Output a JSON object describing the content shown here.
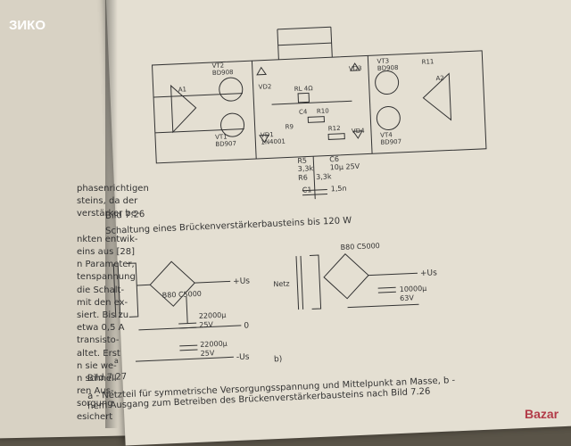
{
  "watermark_top": "ЗИКО",
  "watermark_bottom": "Bazar",
  "left_column": [
    "phasenrichtigen",
    "steins, da der",
    "verstärker be-",
    "",
    "nkten entwik-",
    "eins aus [28]",
    "n Parameter,",
    "tenspannung",
    "die Schalt-",
    "mit den ex-",
    "siert. Bis zu",
    "etwa 0,5 A",
    "transisto-",
    "altet. Erst",
    "n sie we-",
    "n schnell",
    "ren Aus-",
    "sorgung",
    "esichert"
  ],
  "fig26": {
    "num": "Bild 7.26",
    "caption": "Schaltung eines Brückenverstärkerbausteins bis 120 W"
  },
  "fig27": {
    "num": "Bild 7.27",
    "line1": "a - Netzteil für symmetrische Versorgungsspannung und Mittelpunkt an Masse, b -",
    "line2": "hem Ausgang zum Betreiben des Brückenverstärkerbausteins nach Bild 7.26"
  },
  "labels": {
    "r5": "R5",
    "r5v": "3,3k",
    "r6": "R6",
    "r6v": "3,3k",
    "c6": "C6",
    "c6v": "10µ 25V",
    "c1": "C1",
    "c1v": "1,5n",
    "vt1": "VT1",
    "vt1t": "BD907",
    "vt2": "VT2",
    "vt2t": "BD908",
    "vt3": "VT3",
    "vt3t": "BD908",
    "vt4": "VT4",
    "vt4t": "BD907",
    "a1": "A1",
    "a2": "A2",
    "vd1": "VD1",
    "vd2": "VD2",
    "vd3": "VD3",
    "vd4": "VD4",
    "vdt": "1N4001",
    "rl": "RL 4Ω",
    "c4": "C4",
    "r10": "R10",
    "r9": "R9",
    "r12": "R12",
    "r11": "R11",
    "br1": "B80 C5000",
    "br2": "B80 C5000",
    "cap1": "22000µ",
    "cap1v": "25V",
    "cap2": "22000µ",
    "cap2v": "25V",
    "cap3": "10000µ",
    "cap3v": "63V",
    "plusus": "+Us",
    "minusus": "-Us",
    "zero": "0",
    "netz": "Netz",
    "a": "a",
    "b": "b)"
  }
}
